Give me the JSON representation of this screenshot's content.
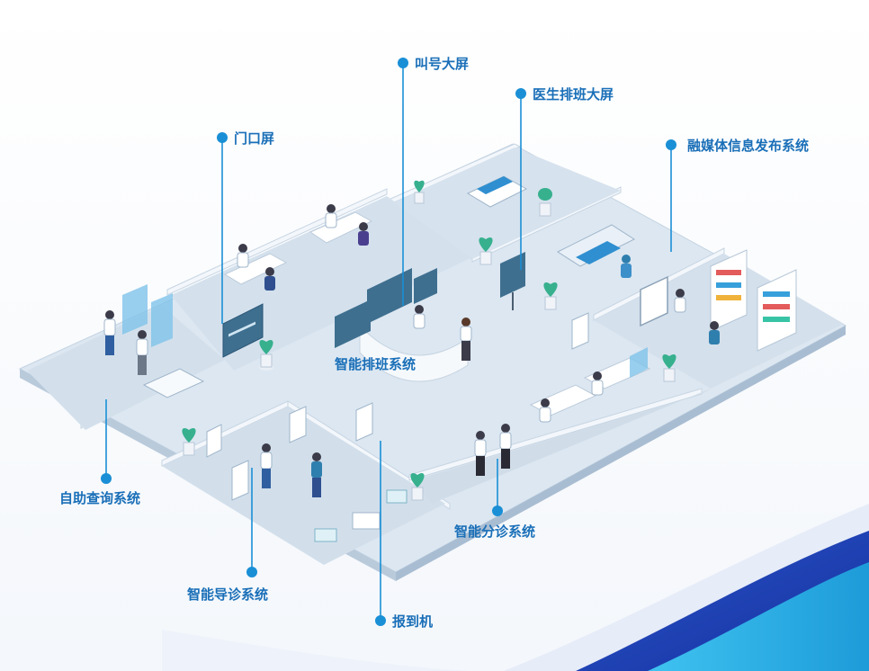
{
  "callouts": {
    "call_screen": "叫号大屏",
    "doctor_schedule_screen": "医生排班大屏",
    "door_screen": "门口屏",
    "media_publish": "融媒体信息发布系统",
    "smart_schedule": "智能排班系统",
    "self_query": "自助查询系统",
    "smart_triage": "智能分诊系统",
    "smart_guide": "智能导诊系统",
    "checkin_kiosk": "报到机"
  },
  "colors": {
    "accent": "#1a8fd6",
    "floor": "#dbe6f0",
    "floor_edge": "#b9cadb",
    "wall": "#eef3f8",
    "wave_dark": "#1f3fae",
    "wave_light": "#29b6e8"
  }
}
